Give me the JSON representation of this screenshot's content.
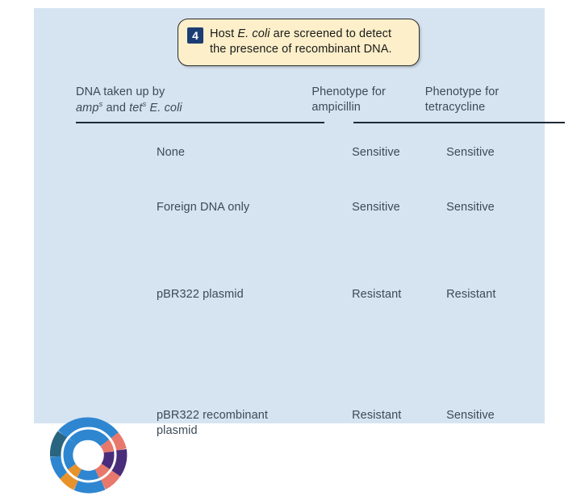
{
  "figure": {
    "step_number": "4",
    "callout_text_part1": "Host ",
    "callout_italic": "E. coli",
    "callout_text_part2": " are screened to detect the presence of recombinant DNA.",
    "panel_background": "#d6e4f2",
    "callout_background": "#fcefc9",
    "badge_color": "#1c3d73"
  },
  "table": {
    "headers": {
      "dna_line1": "DNA taken up by",
      "dna_line2_part1": "amp",
      "dna_line2_sup1": "s",
      "dna_line2_mid": " and ",
      "dna_line2_part2": "tet",
      "dna_line2_sup2": "s",
      "dna_line2_end": " E. coli",
      "ampicillin_line1": "Phenotype for",
      "ampicillin_line2": "ampicillin",
      "tetracycline_line1": "Phenotype for",
      "tetracycline_line2": "tetracycline"
    },
    "rows": [
      {
        "icon": "none",
        "dna": "None",
        "ampicillin": "Sensitive",
        "tetracycline": "Sensitive"
      },
      {
        "icon": "linear-dna-fragment-icon",
        "dna": "Foreign DNA only",
        "ampicillin": "Sensitive",
        "tetracycline": "Sensitive"
      },
      {
        "icon": "pbr322-plasmid-icon",
        "dna": "pBR322 plasmid",
        "ampicillin": "Resistant",
        "tetracycline": "Resistant"
      },
      {
        "icon": "pbr322-recombinant-plasmid-icon",
        "dna_line1": "pBR322 recombinant",
        "dna_line2": "plasmid",
        "ampicillin": "Resistant",
        "tetracycline": "Sensitive"
      }
    ]
  },
  "colors": {
    "text": "#3c4a57",
    "rule": "#1d2a36",
    "dna_fragment_purple": "#4a3a7d",
    "plasmid_blue": "#2e86d0",
    "plasmid_dark_teal": "#2a6580",
    "plasmid_red": "#d9564f",
    "plasmid_salmon": "#e8786b",
    "plasmid_orange": "#e8922a",
    "insert_purple": "#4a2d7a",
    "inner_ring_white": "#ffffff"
  }
}
